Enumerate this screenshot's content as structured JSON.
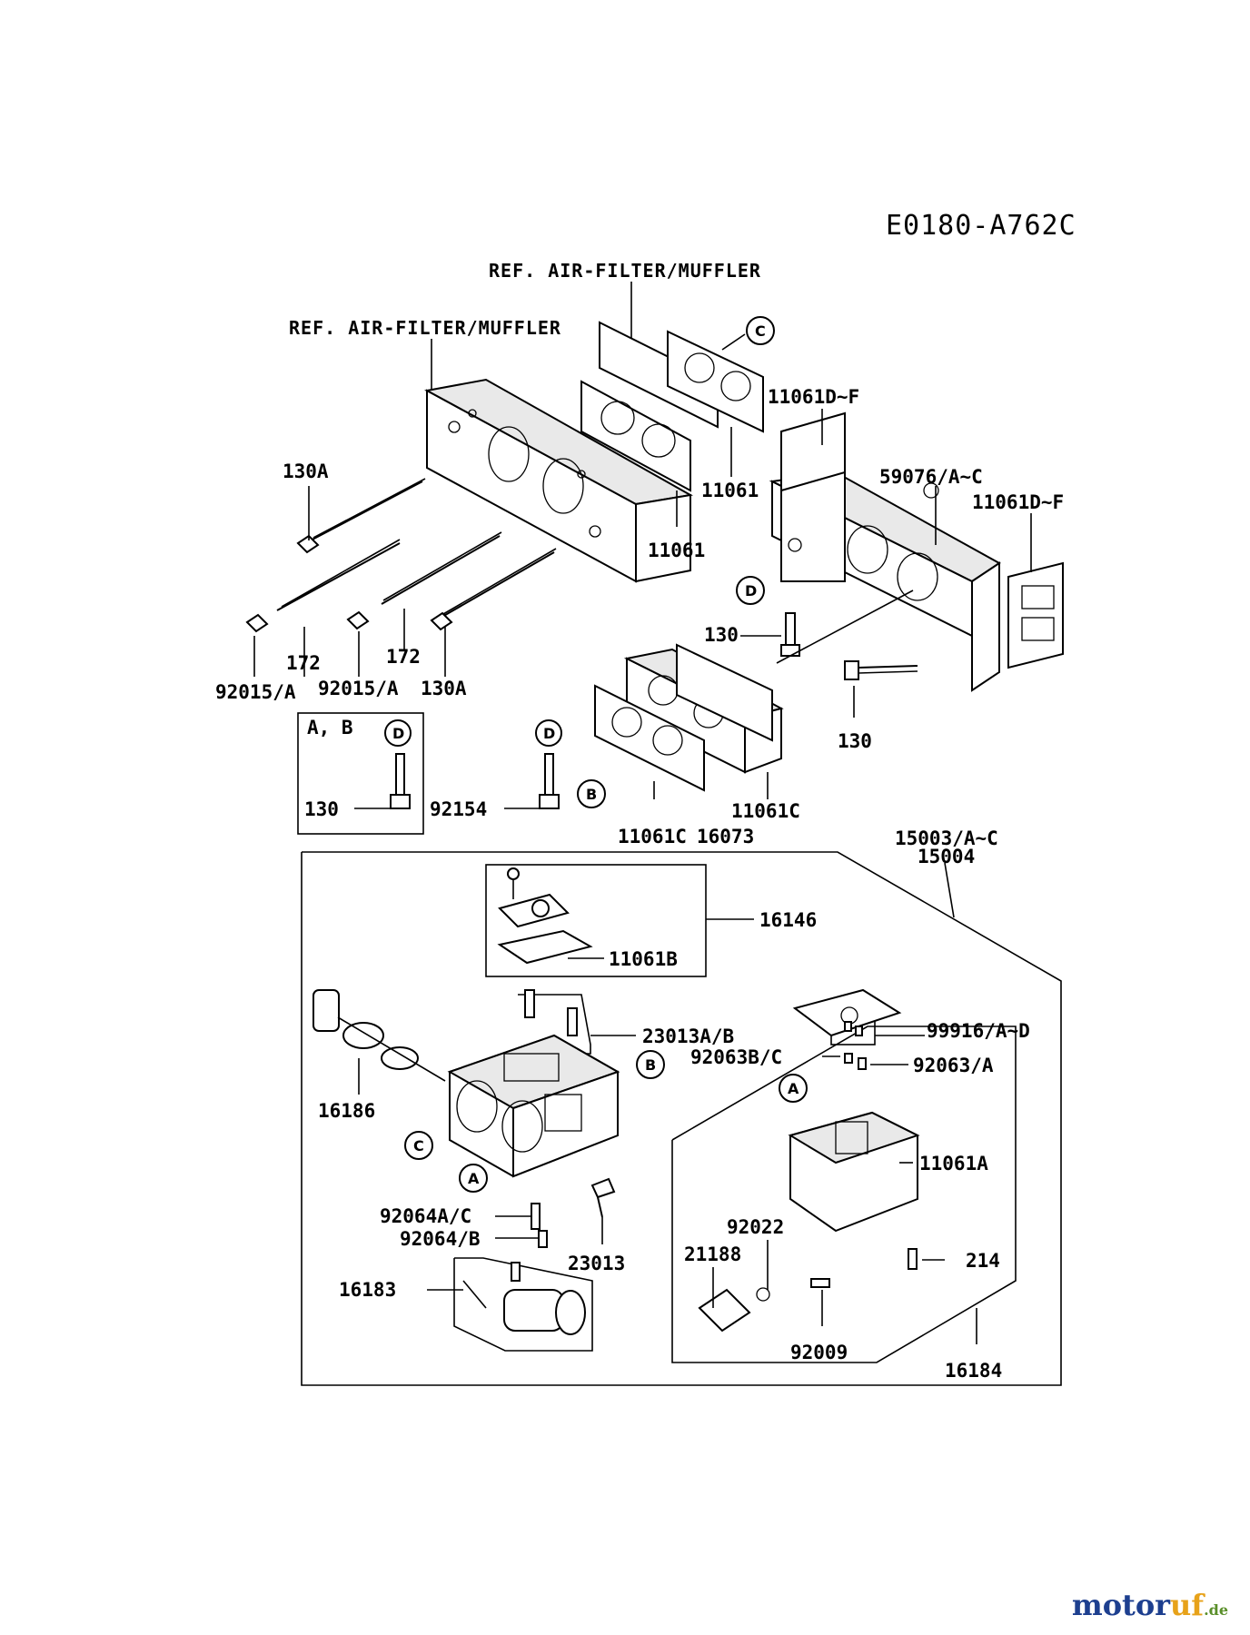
{
  "diagram_code": "E0180-A762C",
  "references": [
    "REF. AIR-FILTER/MUFFLER",
    "REF. AIR-FILTER/MUFFLER"
  ],
  "part_labels": {
    "p11061D_F_a": "11061D~F",
    "p59076": "59076/A~C",
    "p11061D_F_b": "11061D~F",
    "p11061_a": "11061",
    "p11061_b": "11061",
    "p130A_a": "130A",
    "p130A_b": "130A",
    "p172_a": "172",
    "p172_b": "172",
    "p92015_a": "92015/A",
    "p92015_b": "92015/A",
    "p130_a": "130",
    "p130_b": "130",
    "p130_c": "130",
    "p92154": "92154",
    "p11061C_a": "11061C",
    "p11061C_b": "11061C",
    "p16073": "16073",
    "p15003": "15003/A~C",
    "p15004": "15004",
    "p16146": "16146",
    "p11061B": "11061B",
    "p23013AB": "23013A/B",
    "p99916": "99916/A~D",
    "p92063BC": "92063B/C",
    "p92063A": "92063/A",
    "p16186": "16186",
    "p11061A": "11061A",
    "p92064AC": "92064A/C",
    "p92064B": "92064/B",
    "p23013": "23013",
    "p92022": "92022",
    "p21188": "21188",
    "p214": "214",
    "p16183": "16183",
    "p92009": "92009",
    "p16184": "16184"
  },
  "inset_title": "A, B",
  "callouts": {
    "c_C1": "C",
    "c_D1": "D",
    "c_D2": "D",
    "c_D3": "D",
    "c_B1": "B",
    "c_B2": "B",
    "c_C2": "C",
    "c_A1": "A",
    "c_A2": "A"
  },
  "watermark": {
    "a": "motor",
    "b": "uf",
    "c": ".de"
  }
}
